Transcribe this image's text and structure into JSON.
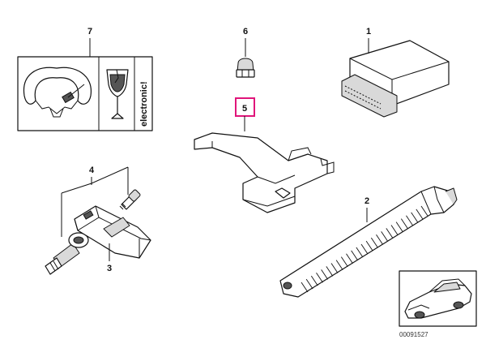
{
  "callouts": {
    "c1": "1",
    "c2": "2",
    "c3": "3",
    "c4": "4",
    "c5": "5",
    "c6": "6",
    "c7": "7"
  },
  "label_text": "electronic!",
  "diagram_code": "00091527",
  "colors": {
    "highlight": "#e0157a",
    "line": "#111111",
    "background": "#ffffff"
  }
}
